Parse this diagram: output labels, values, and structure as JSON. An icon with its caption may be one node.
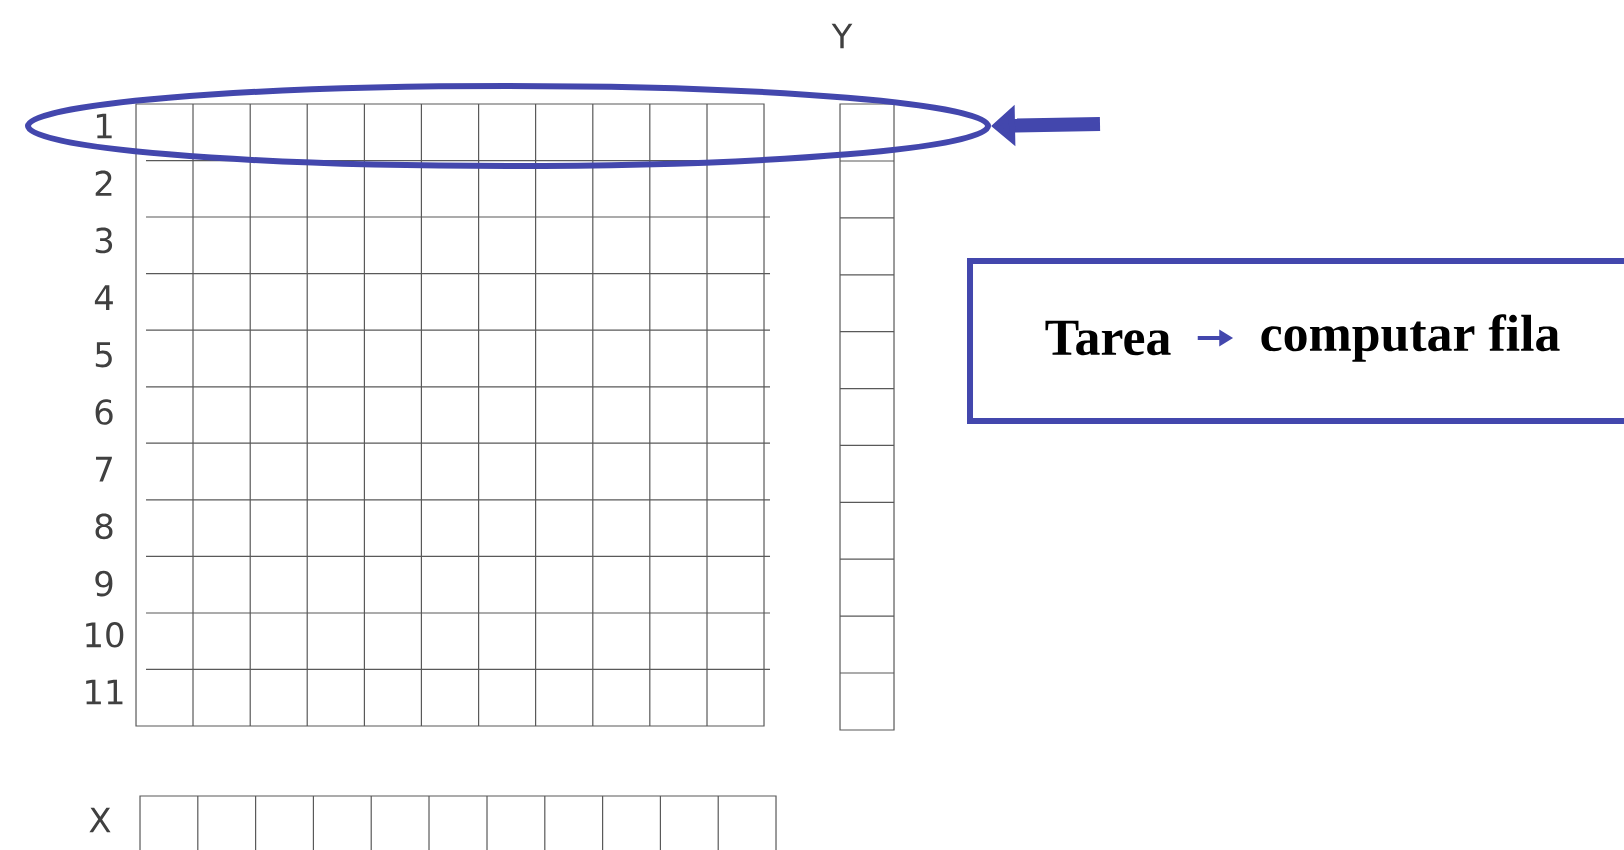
{
  "diagram": {
    "nodes": [
      {
        "text": [],
        "shape": "ellipse"
      },
      {
        "text": [],
        "shape": "box"
      },
      {
        "text": [
          "Tarea"
        ],
        "in": 1
      },
      {
        "text": [
          "computar fila"
        ],
        "in": 1
      }
    ],
    "edges": [
      {
        "from": null,
        "to": 0,
        "arrow": "to",
        "style": "thick"
      },
      {
        "from": 2,
        "to": 3,
        "arrow": "to"
      }
    ],
    "labels": [
      "Y",
      "1",
      "2",
      "3",
      "4",
      "5",
      "6",
      "7",
      "8",
      "9",
      "10",
      "11",
      "X"
    ]
  }
}
